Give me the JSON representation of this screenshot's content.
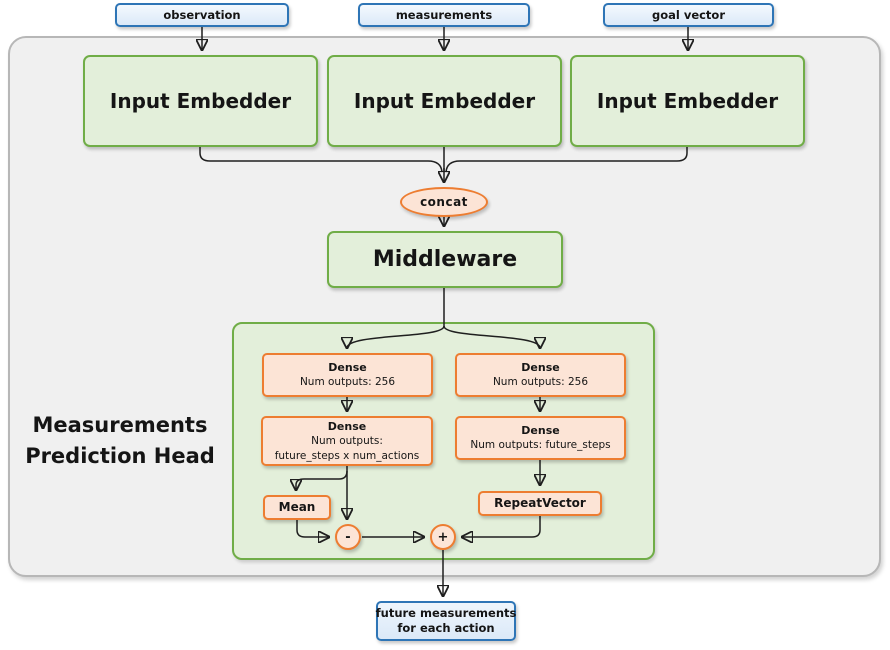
{
  "diagram": {
    "inputs": [
      {
        "label": "observation"
      },
      {
        "label": "measurements"
      },
      {
        "label": "goal vector"
      }
    ],
    "embedders": [
      {
        "label": "Input Embedder"
      },
      {
        "label": "Input Embedder"
      },
      {
        "label": "Input Embedder"
      }
    ],
    "concat_label": "concat",
    "middleware_label": "Middleware",
    "head": {
      "title_line1": "Measurements",
      "title_line2": "Prediction Head",
      "dense_left_1": {
        "title": "Dense",
        "subtitle": "Num outputs: 256"
      },
      "dense_right_1": {
        "title": "Dense",
        "subtitle": "Num outputs: 256"
      },
      "dense_left_2": {
        "title": "Dense",
        "subtitle": "Num outputs:",
        "subtitle2": "future_steps x num_actions"
      },
      "dense_right_2": {
        "title": "Dense",
        "subtitle": "Num outputs: future_steps"
      },
      "mean_label": "Mean",
      "repeat_vector_label": "RepeatVector",
      "minus_label": "-",
      "plus_label": "+"
    },
    "output": {
      "line1": "future measurements",
      "line2": "for each action"
    },
    "colors": {
      "green_fill": "#e3efda",
      "green_border": "#70ad47",
      "orange_fill": "#fce4d6",
      "orange_border": "#ed7d31",
      "blue_fill": "#dbe9f8",
      "blue_border": "#2e75b6",
      "container_fill": "#f0f0f0",
      "container_border": "#b7b7b7",
      "line_color": "#1f1f1f"
    }
  }
}
